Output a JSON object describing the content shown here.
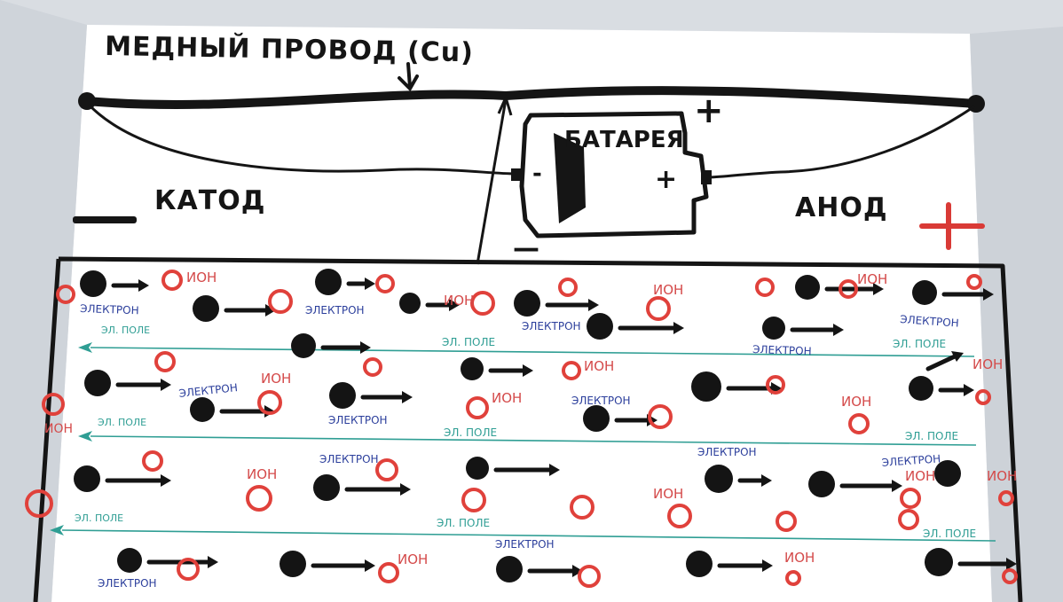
{
  "title": "МЕДНЫЙ  ПРОВОД  (Cu)",
  "cathode_label": "КАТОД",
  "anode_label": "АНОД",
  "battery_label": "БАТАРЕЯ",
  "battery_minus": "-",
  "battery_plus": "+",
  "wire_plus": "+",
  "under_minus": "—",
  "big_minus": "—",
  "big_plus": "+",
  "electron_label": "ЭЛЕКТРОН",
  "ion_label": "ИОН",
  "field_label": "ЭЛ. ПОЛЕ",
  "colors": {
    "ink": "#151515",
    "electron": "#141414",
    "ion": "#e0413b",
    "ion_label": "#d44a4a",
    "electron_label": "#2c3f9c",
    "field": "#2f9e94",
    "big_plus": "#d93a36",
    "paper": "#ffffff",
    "background": "#d9dde2"
  }
}
